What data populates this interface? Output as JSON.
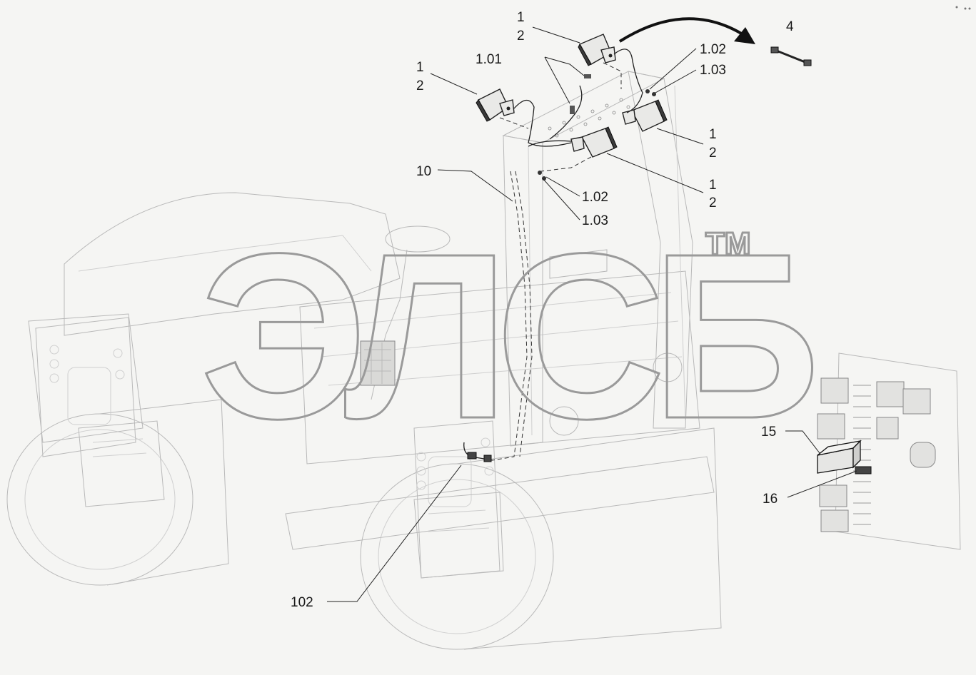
{
  "watermark": {
    "text": "ЭЛСБ",
    "tm": "TM"
  },
  "callouts": {
    "c1a": "1",
    "c2a": "2",
    "c1b": "1",
    "c2b": "2",
    "c101": "1.01",
    "c102a": "1.02",
    "c103a": "1.03",
    "c1c": "1",
    "c2c": "2",
    "c1d": "1",
    "c2d": "2",
    "c102b": "1.02",
    "c103b": "1.03",
    "c4": "4",
    "c10": "10",
    "c15": "15",
    "c16": "16",
    "c102": "102"
  },
  "colors": {
    "background": "#f5f5f3",
    "line": "#222222",
    "watermark": "#9a9a9a"
  }
}
